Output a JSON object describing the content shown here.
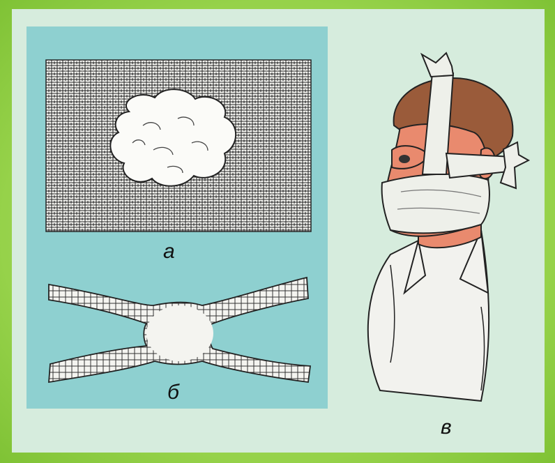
{
  "labels": {
    "a": "а",
    "b": "б",
    "c": "в"
  },
  "colors": {
    "border": "#8fcf3e",
    "card": "#d6ecdd",
    "panel": "#8ed0d0",
    "gauze": "#f4f4f0",
    "skin": "#e98a6e",
    "hair": "#9a5b3a",
    "shirt": "#f2f2ee"
  }
}
